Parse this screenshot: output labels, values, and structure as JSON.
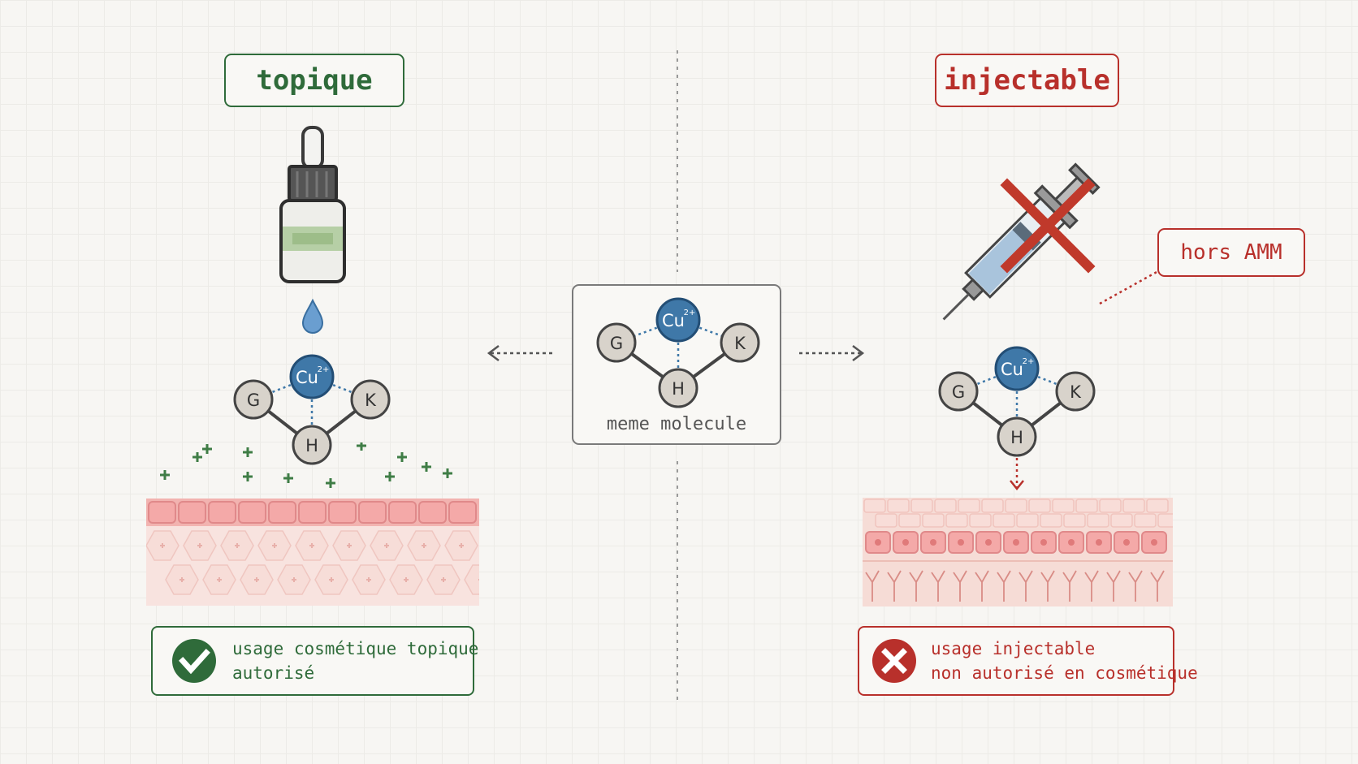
{
  "left": {
    "title": "topique",
    "molecule": {
      "metal": "Cu",
      "charge": "2+",
      "nodes": [
        "G",
        "H",
        "K"
      ]
    },
    "status": {
      "line1": "usage cosmétique topique",
      "line2": "autorisé",
      "icon": "check-icon"
    }
  },
  "center": {
    "caption": "meme molecule",
    "molecule": {
      "metal": "Cu",
      "charge": "2+",
      "nodes": [
        "G",
        "H",
        "K"
      ]
    }
  },
  "right": {
    "title": "injectable",
    "note": "hors AMM",
    "molecule": {
      "metal": "Cu",
      "charge": "2+",
      "nodes": [
        "G",
        "H",
        "K"
      ]
    },
    "status": {
      "line1": "usage injectable",
      "line2": "non autorisé en cosmétique",
      "icon": "cross-icon"
    }
  },
  "colors": {
    "green": "#2f6b3a",
    "red": "#b8302b",
    "copper_blue": "#3f78a8",
    "node_gray": "#d8d3cb",
    "skin": "#f2b3b0"
  }
}
